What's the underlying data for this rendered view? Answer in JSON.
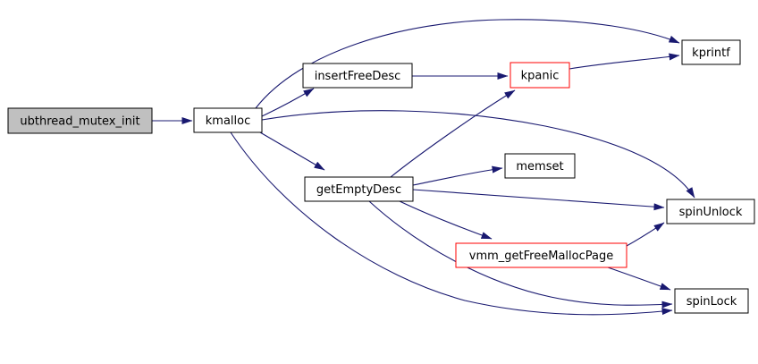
{
  "diagram": {
    "kind": "doxygen-call-graph",
    "background": "#ffffff",
    "colors": {
      "edge": "#191970",
      "node_border": "#000000",
      "node_fill": "#ffffff",
      "highlight_border": "#ff0000",
      "root_fill": "#c0c0c0",
      "text": "#000000"
    },
    "nodes": {
      "ubthread_mutex_init": {
        "label": "ubthread_mutex_init",
        "style": "root"
      },
      "kmalloc": {
        "label": "kmalloc",
        "style": "normal"
      },
      "insertFreeDesc": {
        "label": "insertFreeDesc",
        "style": "normal"
      },
      "kpanic": {
        "label": "kpanic",
        "style": "highlight"
      },
      "kprintf": {
        "label": "kprintf",
        "style": "normal"
      },
      "getEmptyDesc": {
        "label": "getEmptyDesc",
        "style": "normal"
      },
      "memset": {
        "label": "memset",
        "style": "normal"
      },
      "spinUnlock": {
        "label": "spinUnlock",
        "style": "normal"
      },
      "vmm_getFreeMallocPage": {
        "label": "vmm_getFreeMallocPage",
        "style": "highlight"
      },
      "spinLock": {
        "label": "spinLock",
        "style": "normal"
      }
    },
    "edges": [
      {
        "from": "ubthread_mutex_init",
        "to": "kmalloc"
      },
      {
        "from": "kmalloc",
        "to": "insertFreeDesc"
      },
      {
        "from": "kmalloc",
        "to": "kprintf"
      },
      {
        "from": "kmalloc",
        "to": "spinUnlock"
      },
      {
        "from": "kmalloc",
        "to": "getEmptyDesc"
      },
      {
        "from": "kmalloc",
        "to": "spinLock"
      },
      {
        "from": "insertFreeDesc",
        "to": "kpanic"
      },
      {
        "from": "kpanic",
        "to": "kprintf"
      },
      {
        "from": "getEmptyDesc",
        "to": "kpanic"
      },
      {
        "from": "getEmptyDesc",
        "to": "memset"
      },
      {
        "from": "getEmptyDesc",
        "to": "spinUnlock"
      },
      {
        "from": "getEmptyDesc",
        "to": "vmm_getFreeMallocPage"
      },
      {
        "from": "getEmptyDesc",
        "to": "spinLock"
      },
      {
        "from": "vmm_getFreeMallocPage",
        "to": "spinUnlock"
      },
      {
        "from": "vmm_getFreeMallocPage",
        "to": "spinLock"
      }
    ]
  }
}
